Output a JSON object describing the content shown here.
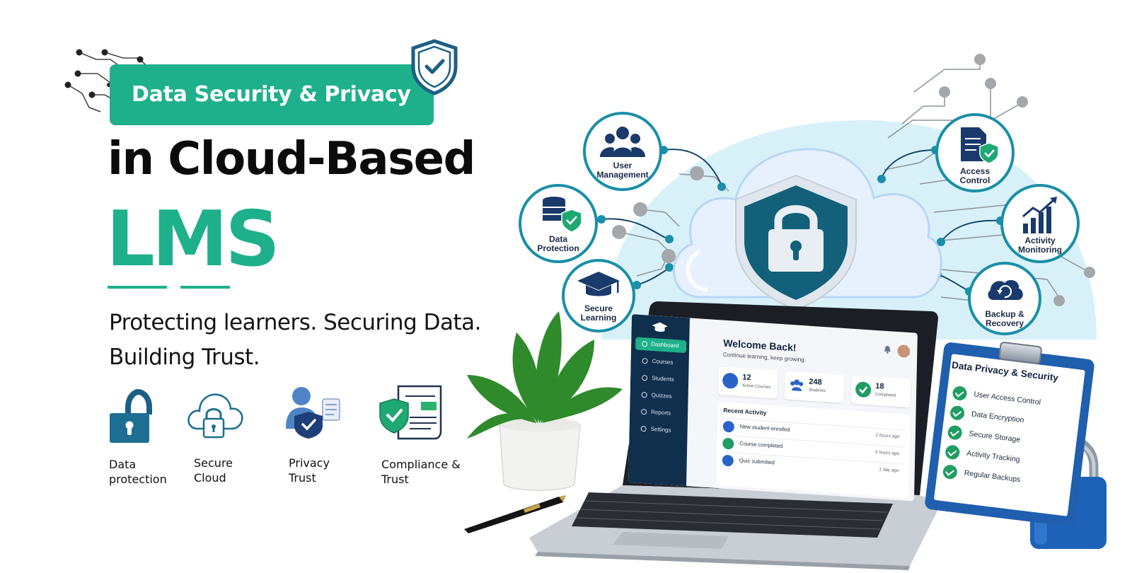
{
  "header": {
    "badge_text": "Data Security & Privacy",
    "title_line": "in Cloud-Based",
    "title_highlight": "LMS",
    "tagline_line1": "Protecting learners. Securing Data.",
    "tagline_line2": "Building Trust."
  },
  "features": [
    {
      "label": "Data\nprotection",
      "icon": "padlock-icon"
    },
    {
      "label": "Secure\nCloud",
      "icon": "cloud-lock-icon"
    },
    {
      "label": "Privacy\nTrust",
      "icon": "user-shield-icon"
    },
    {
      "label": "Compliance &\nTrust",
      "icon": "document-shield-icon"
    }
  ],
  "nodes": [
    {
      "line1": "User",
      "line2": "Management",
      "icon": "users-icon"
    },
    {
      "line1": "Data",
      "line2": "Protection",
      "icon": "database-shield-icon"
    },
    {
      "line1": "Secure",
      "line2": "Learning",
      "icon": "graduation-cap-icon"
    },
    {
      "line1": "Access",
      "line2": "Control",
      "icon": "document-check-icon"
    },
    {
      "line1": "Activity",
      "line2": "Monitoring",
      "icon": "bar-chart-icon"
    },
    {
      "line1": "Backup &",
      "line2": "Recovery",
      "icon": "cloud-sync-icon"
    }
  ],
  "dashboard": {
    "menu": [
      "Dashboard",
      "Courses",
      "Students",
      "Quizzes",
      "Reports",
      "Settings"
    ],
    "welcome": "Welcome Back!",
    "subtitle": "Continue learning, keep growing.",
    "stats": [
      {
        "value": "12",
        "label": "Active Courses"
      },
      {
        "value": "248",
        "label": "Students"
      },
      {
        "value": "18",
        "label": "Completed"
      }
    ],
    "recent_title": "Recent Activity",
    "recent": [
      {
        "text": "New student enrolled",
        "time": "2 hours ago"
      },
      {
        "text": "Course completed",
        "time": "5 hours ago"
      },
      {
        "text": "Quiz submitted",
        "time": "1 day ago"
      }
    ]
  },
  "clipboard": {
    "title": "Data Privacy & Security",
    "items": [
      "User Access Control",
      "Data Encryption",
      "Secure Storage",
      "Activity Tracking",
      "Regular Backups"
    ]
  },
  "colors": {
    "accent_green": "#1eb08a",
    "navy": "#10233d",
    "node_ring": "#1a8fa8",
    "cloud_blue": "#cfe6fb"
  }
}
